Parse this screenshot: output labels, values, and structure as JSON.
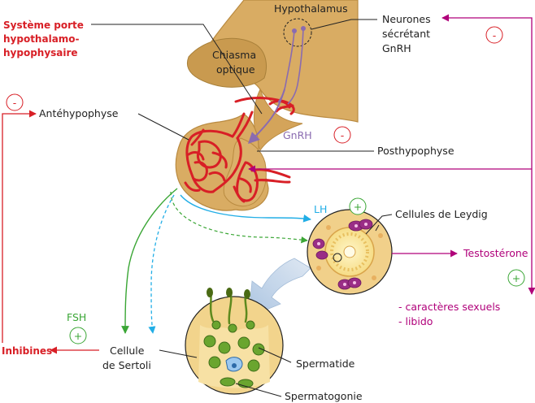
{
  "labels": {
    "hypothalamus": "Hypothalamus",
    "neurones": [
      "Neurones",
      "sécrétant",
      "GnRH"
    ],
    "systeme_porte": [
      "Système porte",
      "hypothalamo-",
      "hypophysaire"
    ],
    "chiasma": [
      "Chiasma",
      "optique"
    ],
    "antehypophyse": "Antéhypophyse",
    "gnrh": "GnRH",
    "posthypophyse": "Posthypophyse",
    "lh": "LH",
    "leydig": "Cellules de Leydig",
    "testosterone": "Testostérone",
    "caracteres": "- caractères sexuels",
    "libido": "- libido",
    "fsh": "FSH",
    "inhibines": "Inhibines",
    "sertoli": [
      "Cellule",
      "de Sertoli"
    ],
    "spermatide": "Spermatide",
    "spermatogonie": "Spermatogonie"
  },
  "signs": {
    "minus": "-",
    "plus": "+"
  },
  "colors": {
    "red": "#d81f26",
    "magenta": "#b0007a",
    "purple": "#8a6bb0",
    "green": "#3aa635",
    "cyan": "#22aee6",
    "tissue": "#d9ac63",
    "tissue_dark": "#b98a40",
    "cell_green": "#6aa52f"
  }
}
